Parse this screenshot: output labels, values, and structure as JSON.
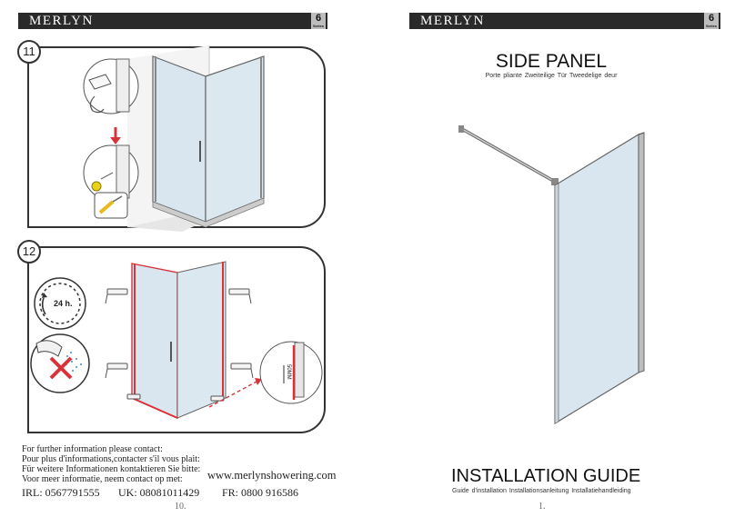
{
  "brand": {
    "name": "MERLYN",
    "series_number": "6",
    "series_word": "Series"
  },
  "left_page": {
    "steps": [
      {
        "number": "11"
      },
      {
        "number": "12",
        "cure_label": "24 h.",
        "measure_label": "50MM"
      }
    ],
    "contact_lines": [
      "For further information please contact:",
      "Pour plus d'informations,contacter s'il vous plait:",
      "Für weitere Informationen kontaktieren Sie bitte:",
      "Voor meer informatie, neem contact op met:"
    ],
    "website": "www.merlynshowering.com",
    "phones": {
      "irl": "IRL: 0567791555",
      "uk": "UK: 08081011429",
      "fr": "FR: 0800 916586"
    },
    "page_number": "10."
  },
  "right_page": {
    "title": "SIDE PANEL",
    "subtitle": "Porte pliante   Zweiteilige Tür   Tweedelige deur",
    "guide_title": "INSTALLATION GUIDE",
    "guide_subtitle": "Guide d'installation   Installationsanleitung   Installatiehandleiding",
    "page_number": "1."
  },
  "colors": {
    "header_bg": "#2a2a2a",
    "glass": "#d9e6ef",
    "sealant_red": "#d8323a",
    "warning_yellow": "#e8d21c"
  }
}
